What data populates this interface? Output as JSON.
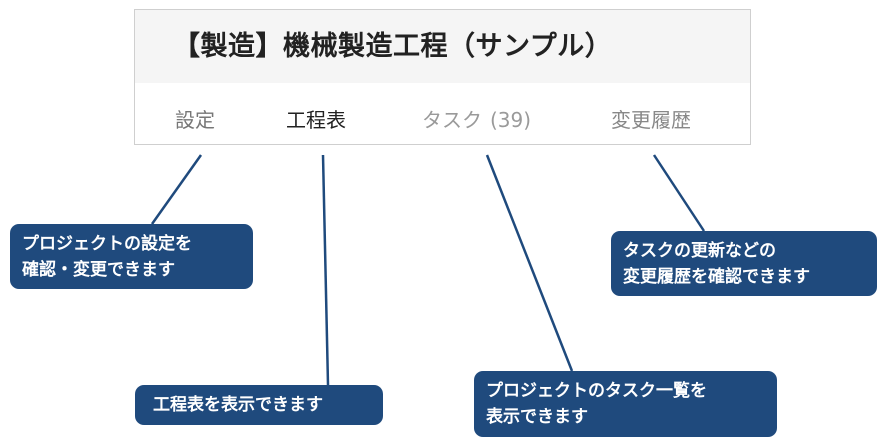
{
  "project": {
    "title": "【製造】機械製造工程（サンプル）"
  },
  "tabs": {
    "settings": "設定",
    "schedule": "工程表",
    "tasks": "タスク",
    "tasks_count": "(39)",
    "history": "変更履歴"
  },
  "callouts": {
    "settings": [
      "プロジェクトの設定を",
      "確認・変更できます"
    ],
    "schedule": [
      "工程表を表示できます"
    ],
    "tasks": [
      "プロジェクトのタスク一覧を",
      "表示できます"
    ],
    "history": [
      "タスクの更新などの",
      "変更履歴を確認できます"
    ]
  },
  "colors": {
    "callout_bg": "#1f4a7d",
    "connector": "#1f4a7d",
    "title_bar_bg": "#f5f5f5"
  }
}
